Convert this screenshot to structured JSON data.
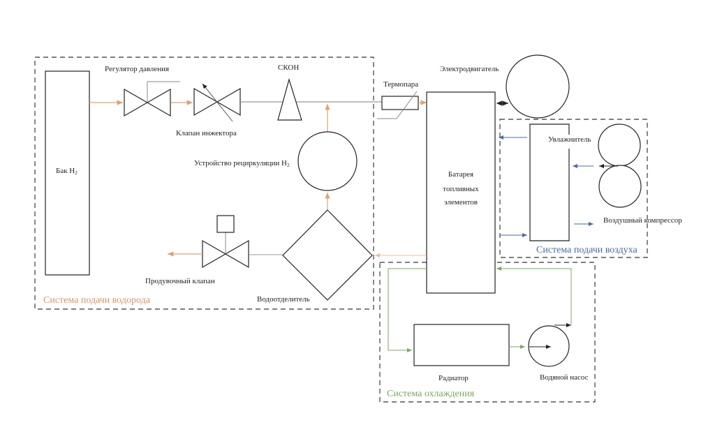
{
  "title": "Схема системы топливных элементов",
  "colors": {
    "hydrogen": "#e0a070",
    "air": "#4a6aa8",
    "cooling": "#7aa860",
    "line": "#222222",
    "dashed": "#555555"
  },
  "groups": {
    "hydrogen": {
      "label": "Система подачи водорода"
    },
    "air": {
      "label": "Система подачи воздуха"
    },
    "cooling": {
      "label": "Система охлаждения"
    }
  },
  "components": {
    "tank": {
      "label": "Бак H",
      "sub": "2"
    },
    "pressure_regulator": {
      "label": "Регулятор давления"
    },
    "injector_valve": {
      "label": "Клапан инжектора"
    },
    "skon": {
      "label": "СКОН"
    },
    "thermocouple": {
      "label": "Термопара"
    },
    "recirculation": {
      "label": "Устройство рециркуляции H",
      "sub": "2"
    },
    "purge_valve": {
      "label": "Продувочный клапан"
    },
    "water_separator": {
      "label": "Водоотделитель"
    },
    "stack": {
      "lines": [
        "Батарея",
        "топливных",
        "элементов"
      ]
    },
    "motor": {
      "label": "Электродвигатель"
    },
    "humidifier": {
      "label": "Увлажнитель"
    },
    "compressor": {
      "label": "Воздушный компрессор"
    },
    "radiator": {
      "label": "Радиатор"
    },
    "pump": {
      "label": "Водяной насос"
    }
  }
}
